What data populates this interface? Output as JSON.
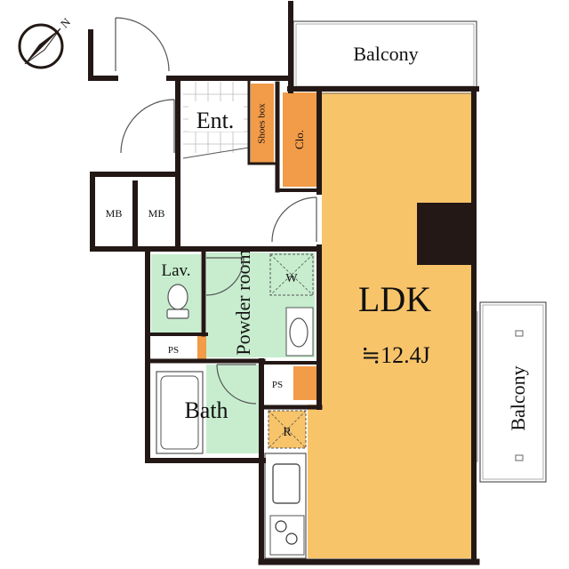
{
  "compass": {
    "north_label": "N"
  },
  "rooms": {
    "ldk": "LDK",
    "ldk_size": "≒12.4J",
    "balcony_top": "Balcony",
    "balcony_right": "Balcony",
    "entrance": "Ent.",
    "shoes_box": "Shoes box",
    "closet": "Clo.",
    "mb_1": "MB",
    "mb_2": "MB",
    "lavatory": "Lav.",
    "powder_room": "Powder room",
    "washer": "W",
    "ps_1": "PS",
    "ps_2": "PS",
    "bath": "Bath",
    "refrigerator": "R"
  },
  "colors": {
    "wall": "#231815",
    "ldk_fill": "#f8c46a",
    "closet_fill": "#f29b48",
    "wet_fill": "#c7edce",
    "kitchen_fill": "#ffffff",
    "line": "#555555"
  }
}
